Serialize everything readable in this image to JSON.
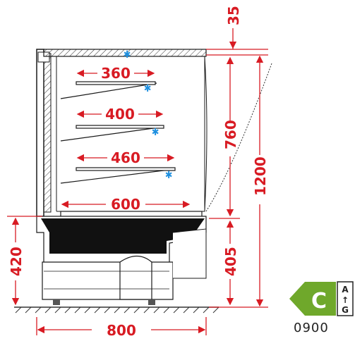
{
  "dimensions": {
    "top_gap": "35",
    "total_height": "1200",
    "shelf_section_height": "760",
    "base_height": "405",
    "counter_height": "420",
    "width": "800",
    "shelf_1_depth": "360",
    "shelf_2_depth": "400",
    "shelf_3_depth": "460",
    "deck_depth": "600"
  },
  "energy_label": {
    "class": "C",
    "scale_top": "A",
    "scale_arrow": "↑",
    "scale_bottom": "G",
    "code": "0900",
    "class_color": "#6fa82b"
  },
  "colors": {
    "dimension": "#d81b23",
    "outline": "#1a1a1a",
    "cold_icon": "#1e90e0"
  }
}
